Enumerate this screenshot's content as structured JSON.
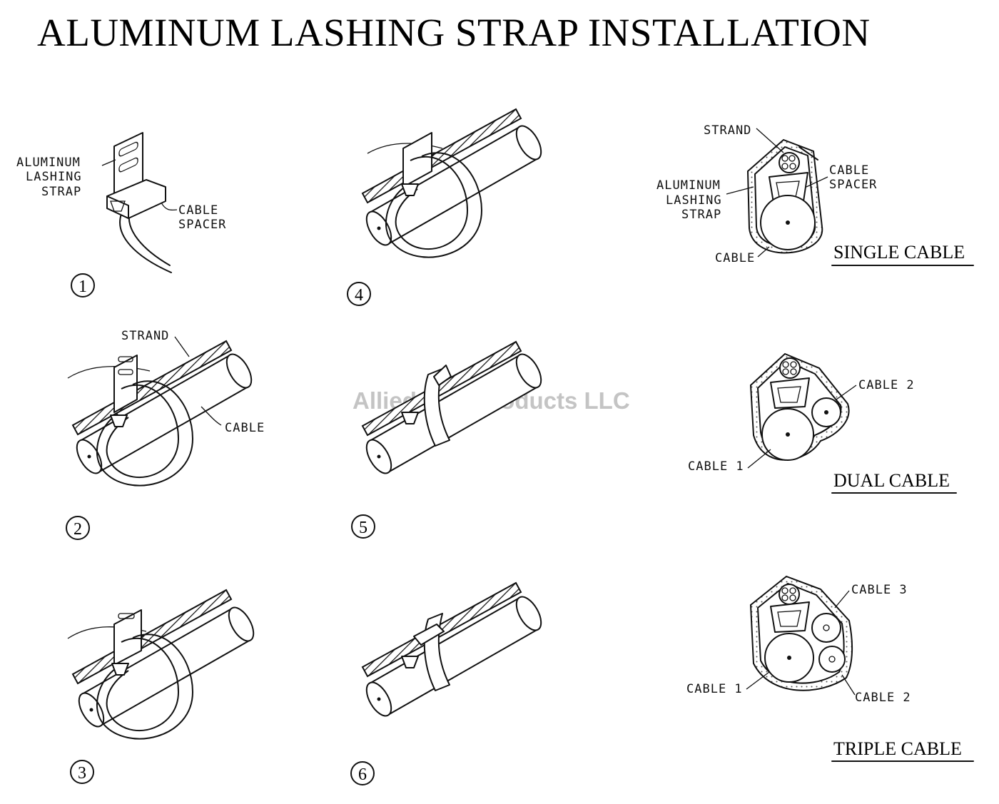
{
  "title": "ALUMINUM LASHING STRAP INSTALLATION",
  "watermark": "Allied Bolt Products LLC",
  "steps": [
    {
      "number": "1",
      "labels": {
        "strap": [
          "ALUMINUM",
          "LASHING",
          "STRAP"
        ],
        "spacer": [
          "CABLE",
          "SPACER"
        ]
      }
    },
    {
      "number": "2",
      "labels": {
        "strand": "STRAND",
        "cable": "CABLE"
      }
    },
    {
      "number": "3"
    },
    {
      "number": "4"
    },
    {
      "number": "5"
    },
    {
      "number": "6"
    }
  ],
  "sections": {
    "single": {
      "title": "SINGLE CABLE",
      "strand": "STRAND",
      "strap": [
        "ALUMINUM",
        "LASHING",
        "STRAP"
      ],
      "spacer": [
        "CABLE",
        "SPACER"
      ],
      "cable": "CABLE"
    },
    "dual": {
      "title": "DUAL CABLE",
      "cable1": "CABLE 1",
      "cable2": "CABLE 2"
    },
    "triple": {
      "title": "TRIPLE CABLE",
      "cable1": "CABLE 1",
      "cable2": "CABLE 2",
      "cable3": "CABLE 3"
    }
  }
}
